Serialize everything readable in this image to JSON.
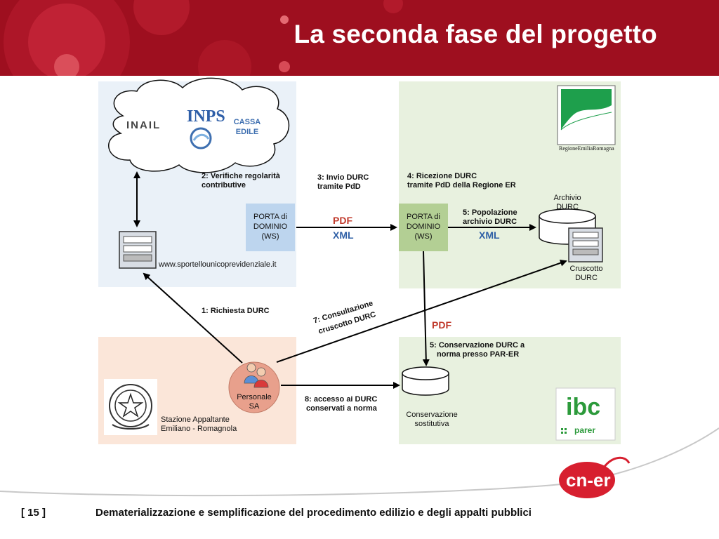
{
  "slide": {
    "title": "La seconda fase del progetto",
    "page_number": "[ 15 ]",
    "footer": "Dematerializzazione e semplificazione del procedimento edilizio e degli appalti pubblici"
  },
  "diagram": {
    "cloud": {
      "inail": "INAIL",
      "inps": "INPS",
      "cassa_edile_1": "CASSA",
      "cassa_edile_2": "EDILE"
    },
    "porta_ws_left": [
      "PORTA di",
      "DOMINIO",
      "(WS)"
    ],
    "porta_ws_right": [
      "PORTA di",
      "DOMINIO",
      "(WS)"
    ],
    "website": "www.sportellounicoprevidenziale.it",
    "step2": [
      "2: Verifiche regolarità",
      "contributive"
    ],
    "step3": [
      "3: Invio DURC",
      "tramite PdD"
    ],
    "step4": [
      "4: Ricezione DURC",
      "tramite PdD della Regione ER"
    ],
    "step5a": [
      "5: Popolazione",
      "archivio DURC"
    ],
    "step5b": [
      "5: Conservazione DURC a",
      "norma presso PAR-ER"
    ],
    "step1": "1: Richiesta DURC",
    "step7": [
      "7: Consultazione",
      "cruscotto DURC"
    ],
    "step8": [
      "8: accesso ai DURC",
      "conservati a norma"
    ],
    "pdf_label": "PDF",
    "xml_label": "XML",
    "archivio": [
      "Archivio",
      "DURC"
    ],
    "cruscotto": [
      "Cruscotto",
      "DURC"
    ],
    "personale": [
      "Personale",
      "SA"
    ],
    "stazione": [
      "Stazione Appaltante",
      "Emiliano - Romagnola"
    ],
    "conservazione": [
      "Conservazione",
      "sostitutiva"
    ],
    "regione_logo": "RegioneEmiliaRomagna",
    "ibc_logo": "ibc",
    "parer_logo": "parer",
    "cner_logo": "cn-er"
  },
  "colors": {
    "header_red": "#9e0f1f",
    "blue_zone": "#eaf1f8",
    "green_zone": "#e8f1df",
    "orange_zone": "#fbe6d9",
    "porta_blue": "#bdd5ee",
    "porta_green": "#b3cf94",
    "pdf_red": "#c0392b",
    "xml_blue": "#2e5fa6"
  }
}
